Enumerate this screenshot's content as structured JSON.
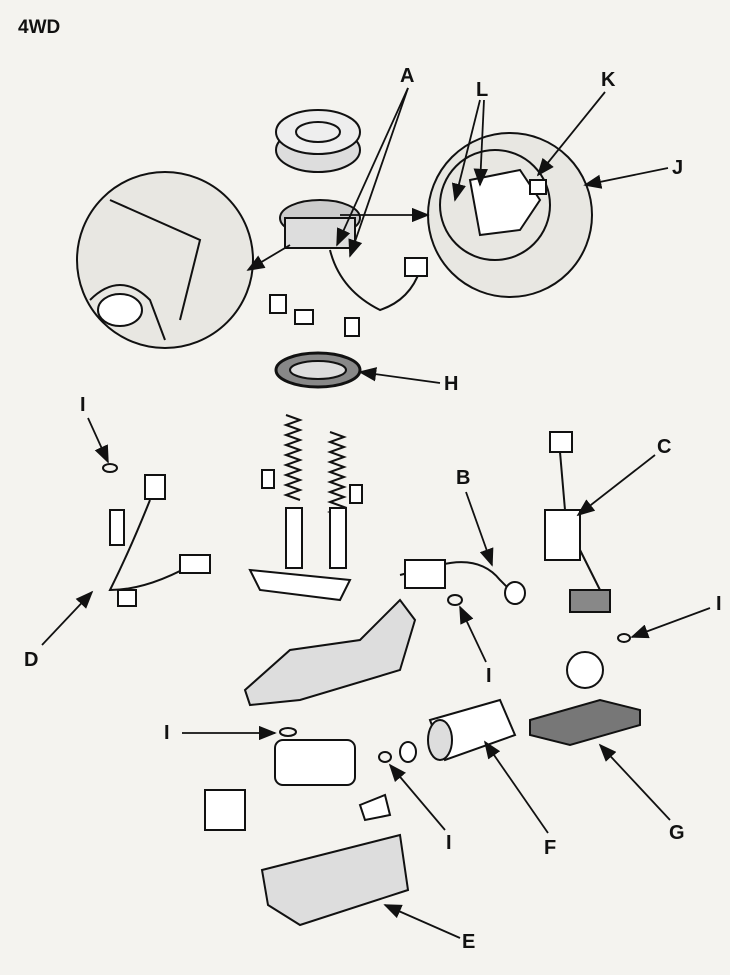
{
  "title": "4WD",
  "labels": {
    "a": "A",
    "l": "L",
    "k": "K",
    "j": "J",
    "h": "H",
    "i": "I",
    "b": "B",
    "c": "C",
    "d": "D",
    "e": "E",
    "f": "F",
    "g": "G"
  }
}
